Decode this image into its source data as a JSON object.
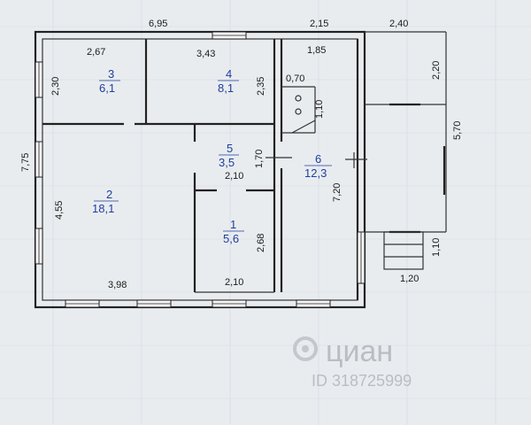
{
  "dimensions": {
    "top_total": "6,95",
    "top_mid": "2,15",
    "top_right": "2,40",
    "left_total": "7,75",
    "room3_width": "2,67",
    "room3_height": "2,30",
    "room4_width": "3,43",
    "room4_height": "2,35",
    "room6_width": "1,85",
    "stair_width": "0,70",
    "stair_height": "1,10",
    "room5_height": "1,70",
    "room5_width": "2,10",
    "room2_height": "4,55",
    "room2_width": "3,98",
    "room1_height": "2,68",
    "room1_width": "2,10",
    "room6_height": "7,20",
    "veranda_top": "2,20",
    "veranda_height": "5,70",
    "porch_height": "1,10",
    "porch_width": "1,20"
  },
  "rooms": [
    {
      "id": "room3",
      "number": "3",
      "area": "6,1"
    },
    {
      "id": "room4",
      "number": "4",
      "area": "8,1"
    },
    {
      "id": "room5",
      "number": "5",
      "area": "3,5"
    },
    {
      "id": "room2",
      "number": "2",
      "area": "18,1"
    },
    {
      "id": "room1",
      "number": "1",
      "area": "5,6"
    },
    {
      "id": "room6",
      "number": "6",
      "area": "12,3"
    }
  ],
  "watermark": {
    "brand": "циан",
    "listing_id": "ID 318725999"
  }
}
